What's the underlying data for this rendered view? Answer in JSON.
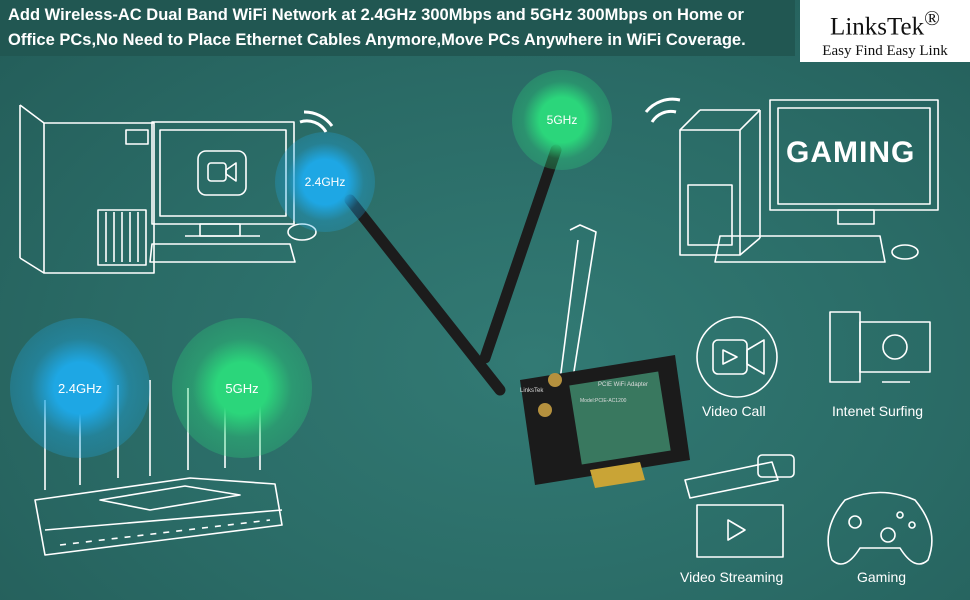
{
  "headline": "Add Wireless-AC Dual Band WiFi Network at 2.4GHz 300Mbps and 5GHz 300Mbps on Home or\nOffice PCs,No Need to Place Ethernet Cables Anymore,Move PCs Anywhere in WiFi Coverage.",
  "brand": {
    "name": "LinksTek",
    "reg": "®",
    "tagline": "Easy Find Easy Link"
  },
  "bands": {
    "low": "2.4GHz",
    "high": "5GHz"
  },
  "monitor_text": "GAMING",
  "features": {
    "video_call": "Video Call",
    "internet": "Intenet Surfing",
    "streaming": "Video Streaming",
    "gaming": "Gaming"
  },
  "card": {
    "brand": "LinksTek",
    "title": "PCIE WiFi Adapter",
    "model": "Model:PCIE-AC1200"
  },
  "colors": {
    "bg": "#2a6b66",
    "blue": "#1aa9e6",
    "green": "#2bd67b",
    "line": "#ffffff"
  }
}
